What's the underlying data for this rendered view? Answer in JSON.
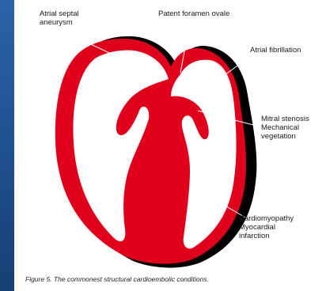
{
  "labels": {
    "atrial_septal_aneurysm": [
      "Atrial septal",
      "aneurysm"
    ],
    "patent_foramen_ovale": "Patent foramen ovale",
    "atrial_fibrillation": "Atrial fibrillation",
    "mitral_stenosis": [
      "Mitral stenosis",
      "Mechanical",
      "vegetation"
    ],
    "cardiomyopathy": [
      "Cardiomyopathy",
      "Myocardial",
      "infarction"
    ]
  },
  "caption": "Figure 5. The commonest structural cardioembolic conditions.",
  "colors": {
    "background": "#2b63a8",
    "heart_red": "#e0001b",
    "heart_shadow": "#000000",
    "panel": "#ffffff"
  }
}
